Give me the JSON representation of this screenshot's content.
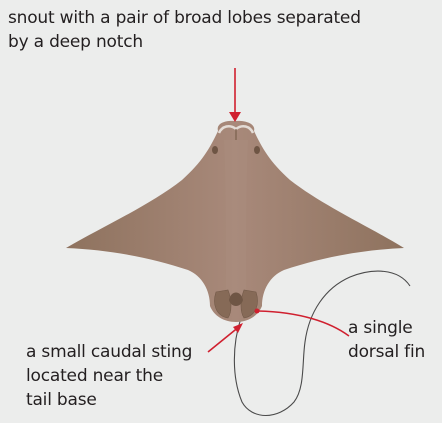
{
  "labels": {
    "snout": [
      "snout with a pair of broad lobes separated",
      "by a deep notch"
    ],
    "sting": [
      "a small caudal sting",
      "located near the",
      "tail base"
    ],
    "fin": [
      "a single",
      "dorsal fin"
    ]
  },
  "colors": {
    "background": "#ecedec",
    "body": "#9f826d",
    "body_dark": "#826652",
    "text": "#231f20",
    "pointer": "#d0202f",
    "tail": "#4a4a4a"
  }
}
